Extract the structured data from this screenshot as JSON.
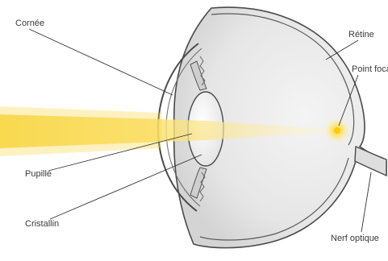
{
  "labels": {
    "cornea": "Cornée",
    "retina": "Rétine",
    "focal_point": "Point foca",
    "pupil": "Pupille",
    "lens": "Cristallin",
    "optic_nerve": "Nerf optique"
  },
  "colors": {
    "light_beam": "#f7d23a",
    "eye_outline": "#444444",
    "eye_fill": "#ececec",
    "leader_line": "#333333"
  }
}
